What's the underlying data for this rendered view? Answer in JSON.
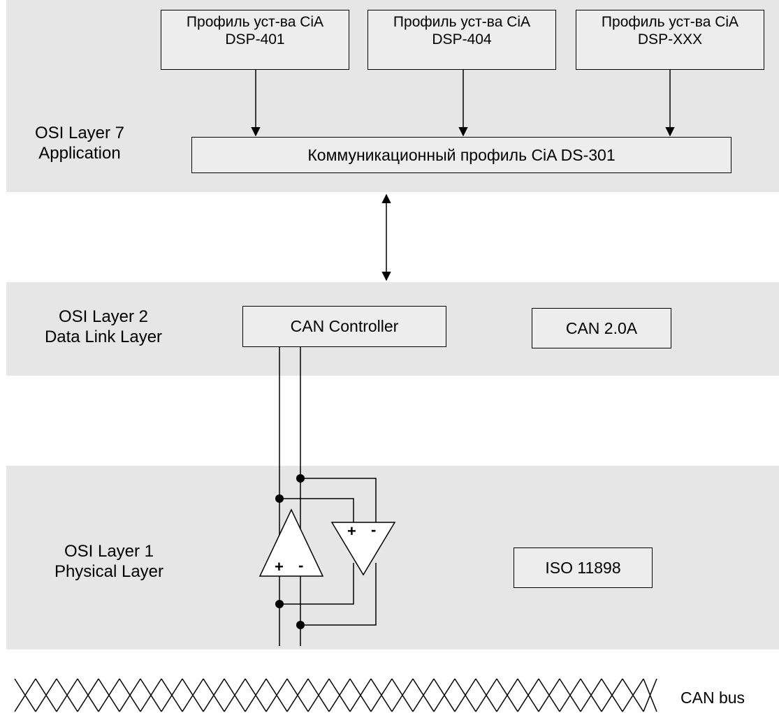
{
  "layer7": {
    "label_line1": "OSI Layer 7",
    "label_line2": "Application",
    "profiles": [
      {
        "line1": "Профиль уст-ва CiA",
        "line2": "DSP-401"
      },
      {
        "line1": "Профиль уст-ва CiA",
        "line2": "DSP-404"
      },
      {
        "line1": "Профиль уст-ва CiA",
        "line2": "DSP-XXX"
      }
    ],
    "comm_profile": "Коммуникационный профиль CiA DS-301"
  },
  "layer2": {
    "label_line1": "OSI Layer 2",
    "label_line2": "Data Link Layer",
    "controller": "CAN Controller",
    "standard": "CAN 2.0A"
  },
  "layer1": {
    "label_line1": "OSI Layer 1",
    "label_line2": "Physical Layer",
    "standard": "ISO 11898",
    "amp_plus": "+",
    "amp_minus": "-"
  },
  "bus": {
    "label": "CAN bus"
  },
  "colors": {
    "band": "#e6e6e6",
    "box": "#ededed",
    "line": "#000000"
  }
}
